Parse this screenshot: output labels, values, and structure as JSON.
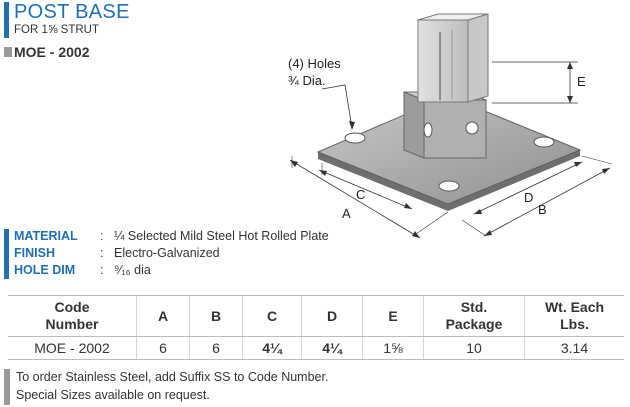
{
  "header": {
    "title": "POST BASE",
    "subtitle": "FOR 1⅝ STRUT",
    "model": "MOE - 2002"
  },
  "drawing": {
    "holes_label_1": "(4) Holes",
    "holes_label_2": "¾ Dia.",
    "dim_e": "E",
    "dim_a": "A",
    "dim_b": "B",
    "dim_c": "C",
    "dim_d": "D"
  },
  "specs": [
    {
      "label": "MATERIAL",
      "colon": ":",
      "value": "¼ Selected Mild Steel Hot Rolled Plate"
    },
    {
      "label": "FINISH",
      "colon": ":",
      "value": "Electro-Galvanized"
    },
    {
      "label": "HOLE DIM",
      "colon": ":",
      "value": "⁹⁄₁₆ dia"
    }
  ],
  "table": {
    "headers": [
      {
        "line1": "Code",
        "line2": "Number"
      },
      {
        "line1": "A",
        "line2": ""
      },
      {
        "line1": "B",
        "line2": ""
      },
      {
        "line1": "C",
        "line2": ""
      },
      {
        "line1": "D",
        "line2": ""
      },
      {
        "line1": "E",
        "line2": ""
      },
      {
        "line1": "Std.",
        "line2": "Package"
      },
      {
        "line1": "Wt. Each",
        "line2": "Lbs."
      }
    ],
    "row": [
      "MOE - 2002",
      "6",
      "6",
      "4¼",
      "4¼",
      "1⅝",
      "10",
      "3.14"
    ]
  },
  "notes": [
    "To order Stainless Steel, add Suffix SS to Code Number.",
    "Special Sizes available on request."
  ],
  "colors": {
    "accent": "#1f6fb5",
    "marker": "#9a9a9a"
  }
}
